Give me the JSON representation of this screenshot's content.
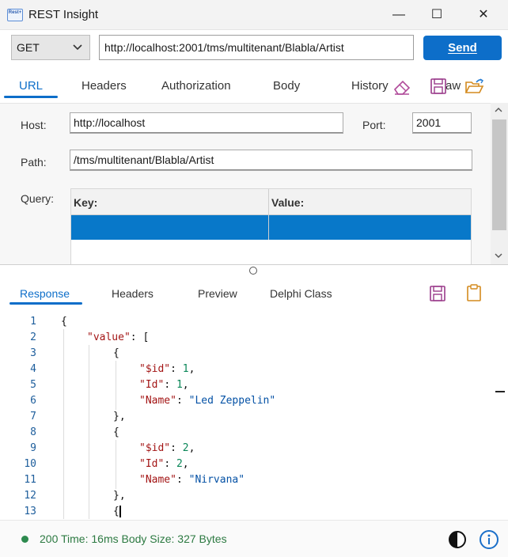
{
  "window": {
    "title": "REST Insight",
    "logo_text": "Rest+",
    "minimize_glyph": "—",
    "maximize_glyph": "☐",
    "close_glyph": "✕"
  },
  "request": {
    "method": "GET",
    "method_options": [
      "GET"
    ],
    "url": "http://localhost:2001/tms/multitenant/Blabla/Artist",
    "send_label": "Send"
  },
  "request_tabs": [
    {
      "label": "URL",
      "active": true
    },
    {
      "label": "Headers",
      "active": false
    },
    {
      "label": "Authorization",
      "active": false
    },
    {
      "label": "Body",
      "active": false
    },
    {
      "label": "History",
      "active": false
    },
    {
      "label": "aw",
      "active": false
    }
  ],
  "url_panel": {
    "host_label": "Host:",
    "host_value": "http://localhost",
    "port_label": "Port:",
    "port_value": "2001",
    "path_label": "Path:",
    "path_value": "/tms/multitenant/Blabla/Artist",
    "query_label": "Query:",
    "query_columns": [
      "Key:",
      "Value:"
    ]
  },
  "response_tabs": [
    {
      "label": "Response",
      "active": true
    },
    {
      "label": "Headers",
      "active": false
    },
    {
      "label": "Preview",
      "active": false
    },
    {
      "label": "Delphi Class",
      "active": false
    }
  ],
  "response_lines": [
    {
      "num": "1"
    },
    {
      "num": "2"
    },
    {
      "num": "3"
    },
    {
      "num": "4"
    },
    {
      "num": "5"
    },
    {
      "num": "6"
    },
    {
      "num": "7"
    },
    {
      "num": "8"
    },
    {
      "num": "9"
    },
    {
      "num": "10"
    },
    {
      "num": "11"
    },
    {
      "num": "12"
    },
    {
      "num": "13"
    }
  ],
  "response_json": {
    "open_brace": "{",
    "value_key": "\"value\"",
    "open_bracket": "[",
    "records": [
      {
        "id_key": "\"$id\"",
        "id_val": "1",
        "Id_key": "\"Id\"",
        "Id_val": "1",
        "name_key": "\"Name\"",
        "name_val": "\"Led Zeppelin\""
      },
      {
        "id_key": "\"$id\"",
        "id_val": "2",
        "Id_key": "\"Id\"",
        "Id_val": "2",
        "name_key": "\"Name\"",
        "name_val": "\"Nirvana\""
      }
    ],
    "obj_open": "{",
    "obj_close": "},"
  },
  "status": {
    "text": "200 Time: 16ms Body Size: 327 Bytes",
    "color": "#2d7a42"
  },
  "colors": {
    "accent": "#0d6ec9",
    "selection": "#0878c9"
  },
  "icons": [
    "eraser-icon",
    "save-icon",
    "folder-open-icon",
    "clipboard-icon",
    "contrast-icon",
    "info-icon"
  ]
}
